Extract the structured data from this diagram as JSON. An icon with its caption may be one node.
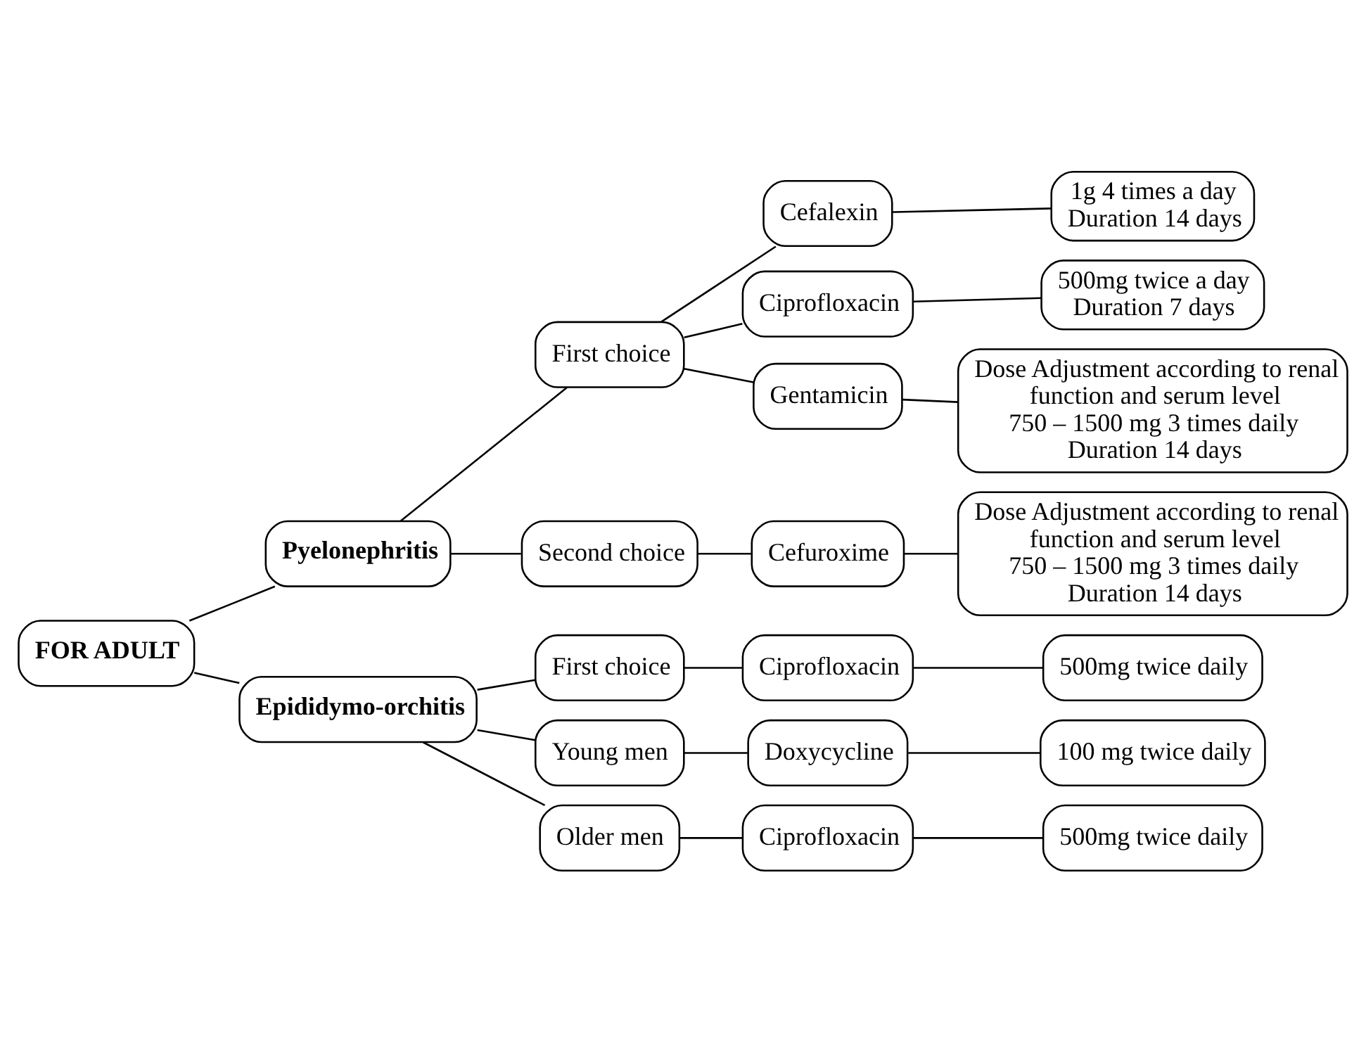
{
  "diagram": {
    "nodes": [
      {
        "text": [
          "FOR ADULT"
        ]
      },
      {
        "text": [
          "Pyelonephritis"
        ]
      },
      {
        "text": [
          "Epididymo-orchitis"
        ]
      },
      {
        "text": [
          "First choice"
        ]
      },
      {
        "text": [
          "Second choice"
        ]
      },
      {
        "text": [
          "Cefalexin"
        ]
      },
      {
        "text": [
          "Ciprofloxacin"
        ]
      },
      {
        "text": [
          "Gentamicin"
        ]
      },
      {
        "text": [
          "Cefuroxime"
        ]
      },
      {
        "text": [
          "1g 4 times a day",
          "Duration 14 days"
        ]
      },
      {
        "text": [
          "500mg twice a day",
          "Duration 7 days"
        ]
      },
      {
        "text": [
          "Dose Adjustment according to renal function and serum level",
          "750 – 1500 mg 3 times daily",
          "Duration 14 days"
        ]
      },
      {
        "text": [
          "Dose Adjustment according to renal function and serum level",
          "750 – 1500 mg 3 times daily",
          "Duration 14 days"
        ]
      },
      {
        "text": [
          "First choice"
        ]
      },
      {
        "text": [
          "Young men"
        ]
      },
      {
        "text": [
          "Older men"
        ]
      },
      {
        "text": [
          "Ciprofloxacin"
        ]
      },
      {
        "text": [
          "Doxycycline"
        ]
      },
      {
        "text": [
          "Ciprofloxacin"
        ]
      },
      {
        "text": [
          "500mg twice daily"
        ]
      },
      {
        "text": [
          "100 mg twice daily"
        ]
      },
      {
        "text": [
          "500mg twice daily"
        ]
      }
    ],
    "edges": [
      {
        "from": 0,
        "to": 1,
        "arrow": "none"
      },
      {
        "from": 0,
        "to": 2,
        "arrow": "none"
      },
      {
        "from": 1,
        "to": 3,
        "arrow": "none"
      },
      {
        "from": 1,
        "to": 4,
        "arrow": "none"
      },
      {
        "from": 3,
        "to": 5,
        "arrow": "none"
      },
      {
        "from": 3,
        "to": 6,
        "arrow": "none"
      },
      {
        "from": 3,
        "to": 7,
        "arrow": "none"
      },
      {
        "from": 4,
        "to": 8,
        "arrow": "none"
      },
      {
        "from": 5,
        "to": 9,
        "arrow": "none"
      },
      {
        "from": 6,
        "to": 10,
        "arrow": "none"
      },
      {
        "from": 7,
        "to": 11,
        "arrow": "none"
      },
      {
        "from": 8,
        "to": 12,
        "arrow": "none"
      },
      {
        "from": 2,
        "to": 13,
        "arrow": "none"
      },
      {
        "from": 2,
        "to": 14,
        "arrow": "none"
      },
      {
        "from": 2,
        "to": 15,
        "arrow": "none"
      },
      {
        "from": 13,
        "to": 16,
        "arrow": "none"
      },
      {
        "from": 14,
        "to": 17,
        "arrow": "none"
      },
      {
        "from": 15,
        "to": 18,
        "arrow": "none"
      },
      {
        "from": 16,
        "to": 19,
        "arrow": "none"
      },
      {
        "from": 17,
        "to": 20,
        "arrow": "none"
      },
      {
        "from": 18,
        "to": 21,
        "arrow": "none"
      }
    ]
  }
}
